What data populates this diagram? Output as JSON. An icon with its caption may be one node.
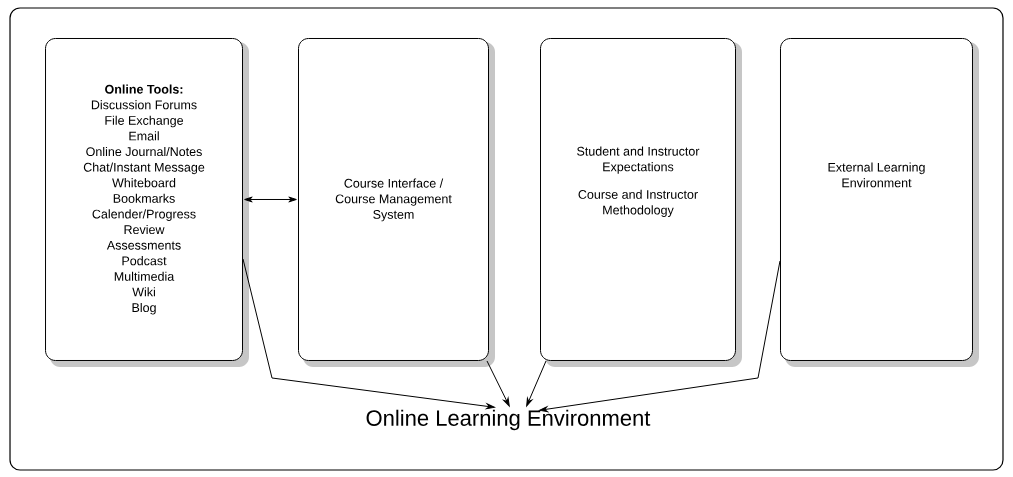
{
  "diagram": {
    "nodes": [
      {
        "text": [
          "Online Tools:",
          "Discussion Forums",
          "File Exchange",
          "Email",
          "Online Journal/Notes",
          "Chat/Instant Message",
          "Whiteboard",
          "Bookmarks",
          "Calender/Progress",
          "Review",
          "Assessments",
          "Podcast",
          "Multimedia",
          "Wiki",
          "Blog"
        ]
      },
      {
        "text": [
          "Course Interface / Course Management System"
        ]
      },
      {
        "text": [
          "Student and Instructor Expectations",
          "Course and Instructor Methodology"
        ]
      },
      {
        "text": [
          "External Learning Environment"
        ]
      },
      {
        "text": [
          "Online Learning Environment"
        ]
      }
    ],
    "edges": [
      {
        "from": 0,
        "to": 1,
        "arrow": "both"
      },
      {
        "from": 0,
        "to": 4,
        "arrow": "to"
      },
      {
        "from": 1,
        "to": 4,
        "arrow": "to"
      },
      {
        "from": 2,
        "to": 4,
        "arrow": "to"
      },
      {
        "from": 3,
        "to": 4,
        "arrow": "to"
      }
    ]
  }
}
